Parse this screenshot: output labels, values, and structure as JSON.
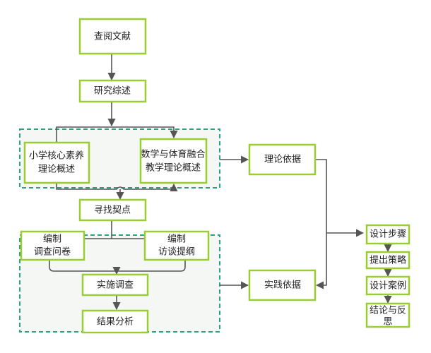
{
  "flow": {
    "review_literature": "查阅文献",
    "research_review": "研究综述",
    "core_literacy": [
      "小学核心素养",
      "理论概述"
    ],
    "math_pe_fusion": [
      "数学与体育融合",
      "教学理论概述"
    ],
    "find_connection": "寻找契点",
    "compile_questionnaire": [
      "编制",
      "调查问卷"
    ],
    "compile_interview": [
      "编制",
      "访谈提纲"
    ],
    "conduct_survey": "实施调查",
    "result_analysis": "结果分析",
    "theory_basis": "理论依据",
    "practice_basis": "实践依据",
    "design_steps": "设计步骤",
    "propose_strategy": "提出策略",
    "design_case": "设计案例",
    "conclusion": [
      "结论与反",
      "思"
    ]
  },
  "colors": {
    "box_border": "#9acd32",
    "group_border": "#2aa57b",
    "group_fill": "#f5f7f5",
    "arrow": "#555555"
  }
}
